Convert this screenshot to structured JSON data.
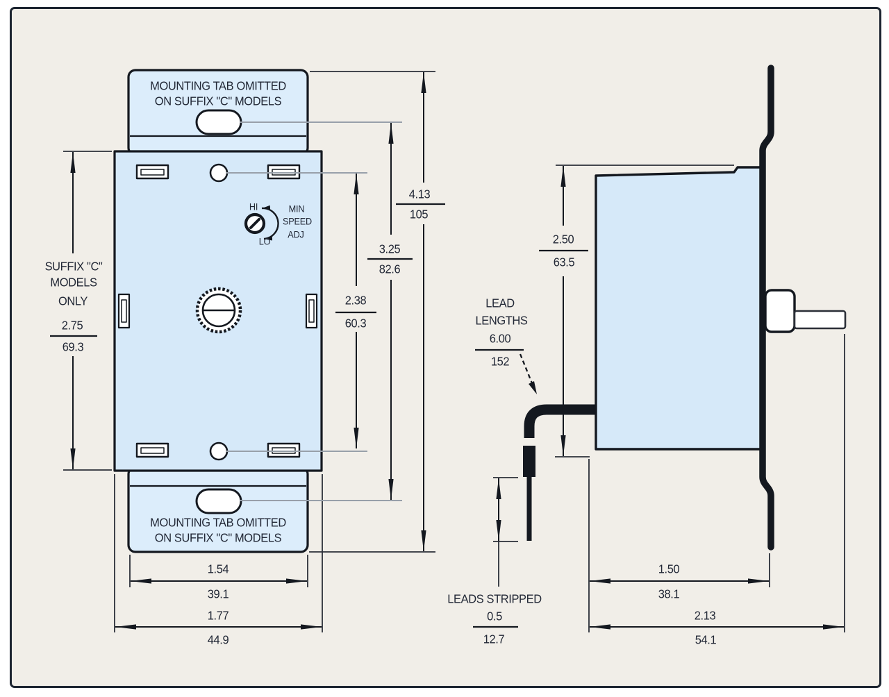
{
  "drawing": {
    "type": "technical-dimension-drawing",
    "subject": "wall-mount speed control device, front and side views"
  },
  "colors": {
    "page_background": "#ffffff",
    "sheet_background": "#f1eee8",
    "outline": "#14181f",
    "device_fill": "#d6e9f9",
    "tab_fill": "#dcedfb",
    "text": "#222836",
    "leader_gray": "#98a0aa"
  },
  "front_view": {
    "top_tab_note_line1": "MOUNTING TAB OMITTED",
    "top_tab_note_line2": "ON SUFFIX \"C\" MODELS",
    "bottom_tab_note_line1": "MOUNTING TAB OMITTED",
    "bottom_tab_note_line2": "ON SUFFIX \"C\" MODELS",
    "suffix_note": {
      "line1": "SUFFIX \"C\"",
      "line2": "MODELS",
      "line3": "ONLY"
    },
    "min_speed_adj": {
      "hi": "HI",
      "lo": "LO",
      "line1": "MIN",
      "line2": "SPEED",
      "line3": "ADJ"
    }
  },
  "side_view": {
    "lead_lengths": {
      "line1": "LEAD",
      "line2": "LENGTHS",
      "in": "6.00",
      "mm": "152"
    },
    "leads_stripped": {
      "label": "LEADS STRIPPED",
      "in": "0.5",
      "mm": "12.7"
    }
  },
  "dimensions": {
    "suffix_c_height": {
      "in": "2.75",
      "mm": "69.3"
    },
    "hole_spacing": {
      "in": "2.38",
      "mm": "60.3"
    },
    "slot_spacing": {
      "in": "3.25",
      "mm": "82.6"
    },
    "overall_height": {
      "in": "4.13",
      "mm": "105"
    },
    "tab_width": {
      "in": "1.54",
      "mm": "39.1"
    },
    "body_width": {
      "in": "1.77",
      "mm": "44.9"
    },
    "side_height": {
      "in": "2.50",
      "mm": "63.5"
    },
    "body_depth": {
      "in": "1.50",
      "mm": "38.1"
    },
    "overall_depth": {
      "in": "2.13",
      "mm": "54.1"
    }
  }
}
